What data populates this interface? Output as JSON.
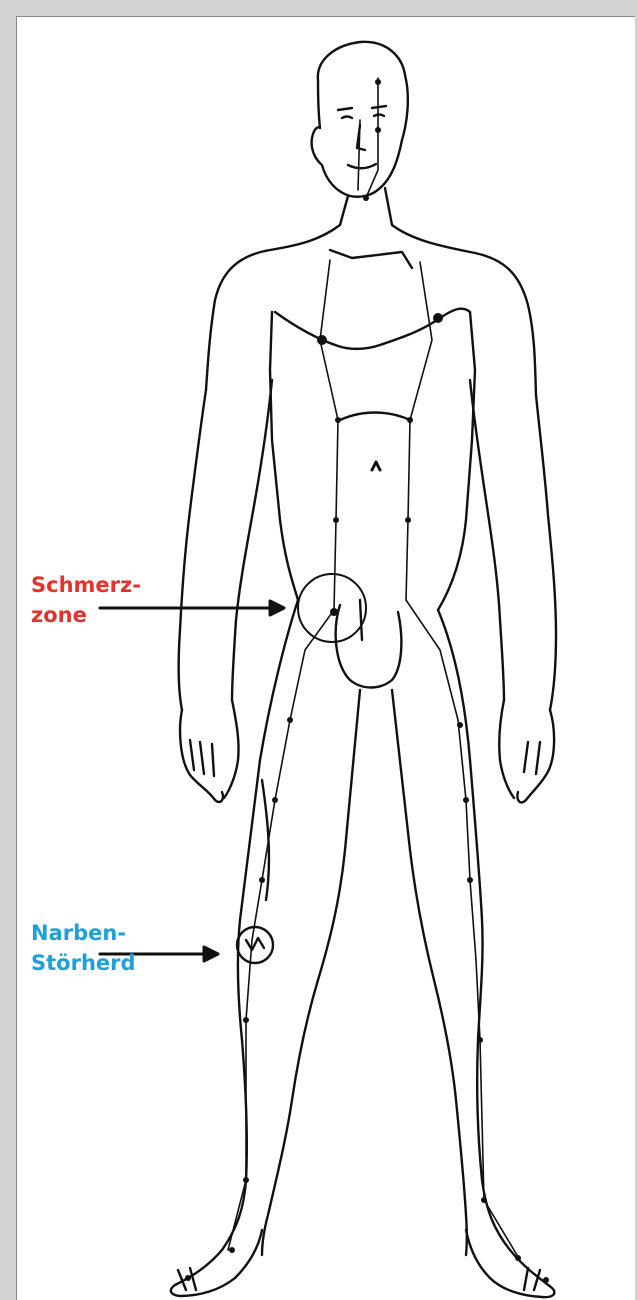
{
  "annotations": {
    "pain_zone": {
      "line1": "Schmerz-",
      "line2": "zone",
      "color": "#e3342b"
    },
    "scar_interference": {
      "line1": "Narben-",
      "line2": "Störherd",
      "color": "#1ea0d8"
    }
  },
  "colors": {
    "background": "#d3d3d3",
    "panel": "#ffffff",
    "ink": "#111111"
  },
  "icons": {
    "figure": "human-body-meridian-chart-icon",
    "pain_marker": "circle-marker-icon",
    "scar_marker": "circle-marker-icon",
    "arrow": "arrow-right-icon"
  }
}
